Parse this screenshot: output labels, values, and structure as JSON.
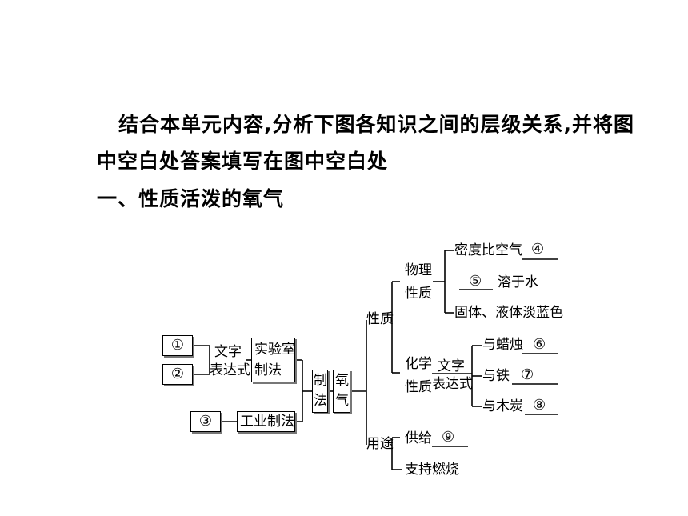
{
  "intro": {
    "line1": "结合本单元内容,分析下图各知识之间的层级关系,并将图",
    "line2": "中空白处答案填写在图中空白处",
    "heading": "一、性质活泼的氧气"
  },
  "diagram": {
    "circled": [
      "①",
      "②",
      "③",
      "④",
      "⑤",
      "⑥",
      "⑦",
      "⑧",
      "⑨"
    ],
    "word_eq_1": "文字",
    "word_eq_2": "表达式",
    "lab_prep_1": "实验室",
    "lab_prep_2": "制法",
    "industrial_prep": "工业制法",
    "prep_1": "制",
    "prep_2": "法",
    "oxygen_1": "氧",
    "oxygen_2": "气",
    "properties": "性质",
    "physical_1": "物理",
    "physical_2": "性质",
    "density": "密度比空气",
    "dissolve": "溶于水",
    "state_color": "固体、液体淡蓝色",
    "chemical_1": "化学",
    "chemical_2": "性质",
    "chem_word_1": "文字",
    "chem_word_2": "表达式",
    "candle": "与蜡烛",
    "iron": "与铁",
    "charcoal": "与木炭",
    "uses": "用途",
    "supply": "供给",
    "combustion": "支持燃烧"
  }
}
